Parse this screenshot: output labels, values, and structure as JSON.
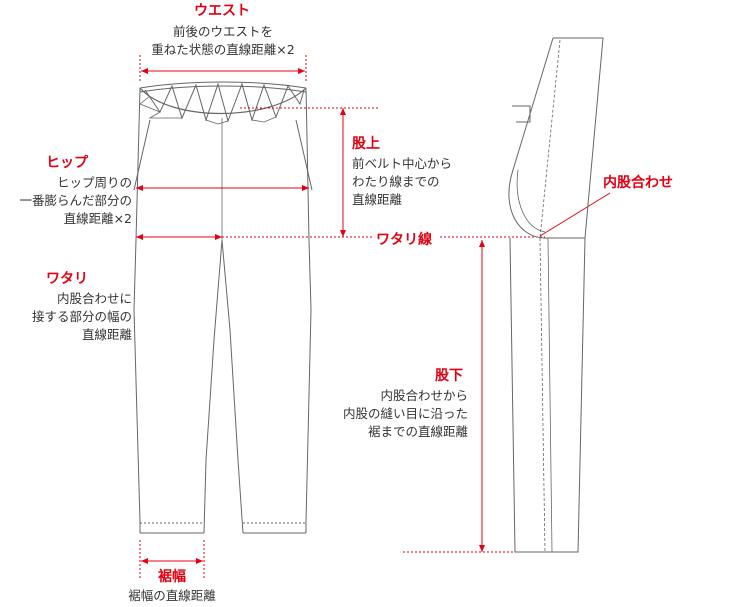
{
  "colors": {
    "accent": "#e60012",
    "outline": "#666666",
    "text": "#333333"
  },
  "labels": {
    "waist_title": "ウエスト",
    "waist_desc": "前後のウエストを\n重ねた状態の直線距離×2",
    "hip_title": "ヒップ",
    "hip_desc": "ヒップ周りの\n一番膨らんだ部分の\n直線距離×2",
    "thigh_title": "ワタリ",
    "thigh_desc": "内股合わせに\n接する部分の幅の\n直線距離",
    "rise_title": "股上",
    "rise_desc": "前ベルト中心から\nわたり線までの\n直線距離",
    "thigh_line": "ワタリ線",
    "crotch_point": "内股合わせ",
    "inseam_title": "股下",
    "inseam_desc": "内股合わせから\n内股の縫い目に沿った\n裾までの直線距離",
    "hem_title": "裾幅",
    "hem_desc": "裾幅の直線距離"
  }
}
